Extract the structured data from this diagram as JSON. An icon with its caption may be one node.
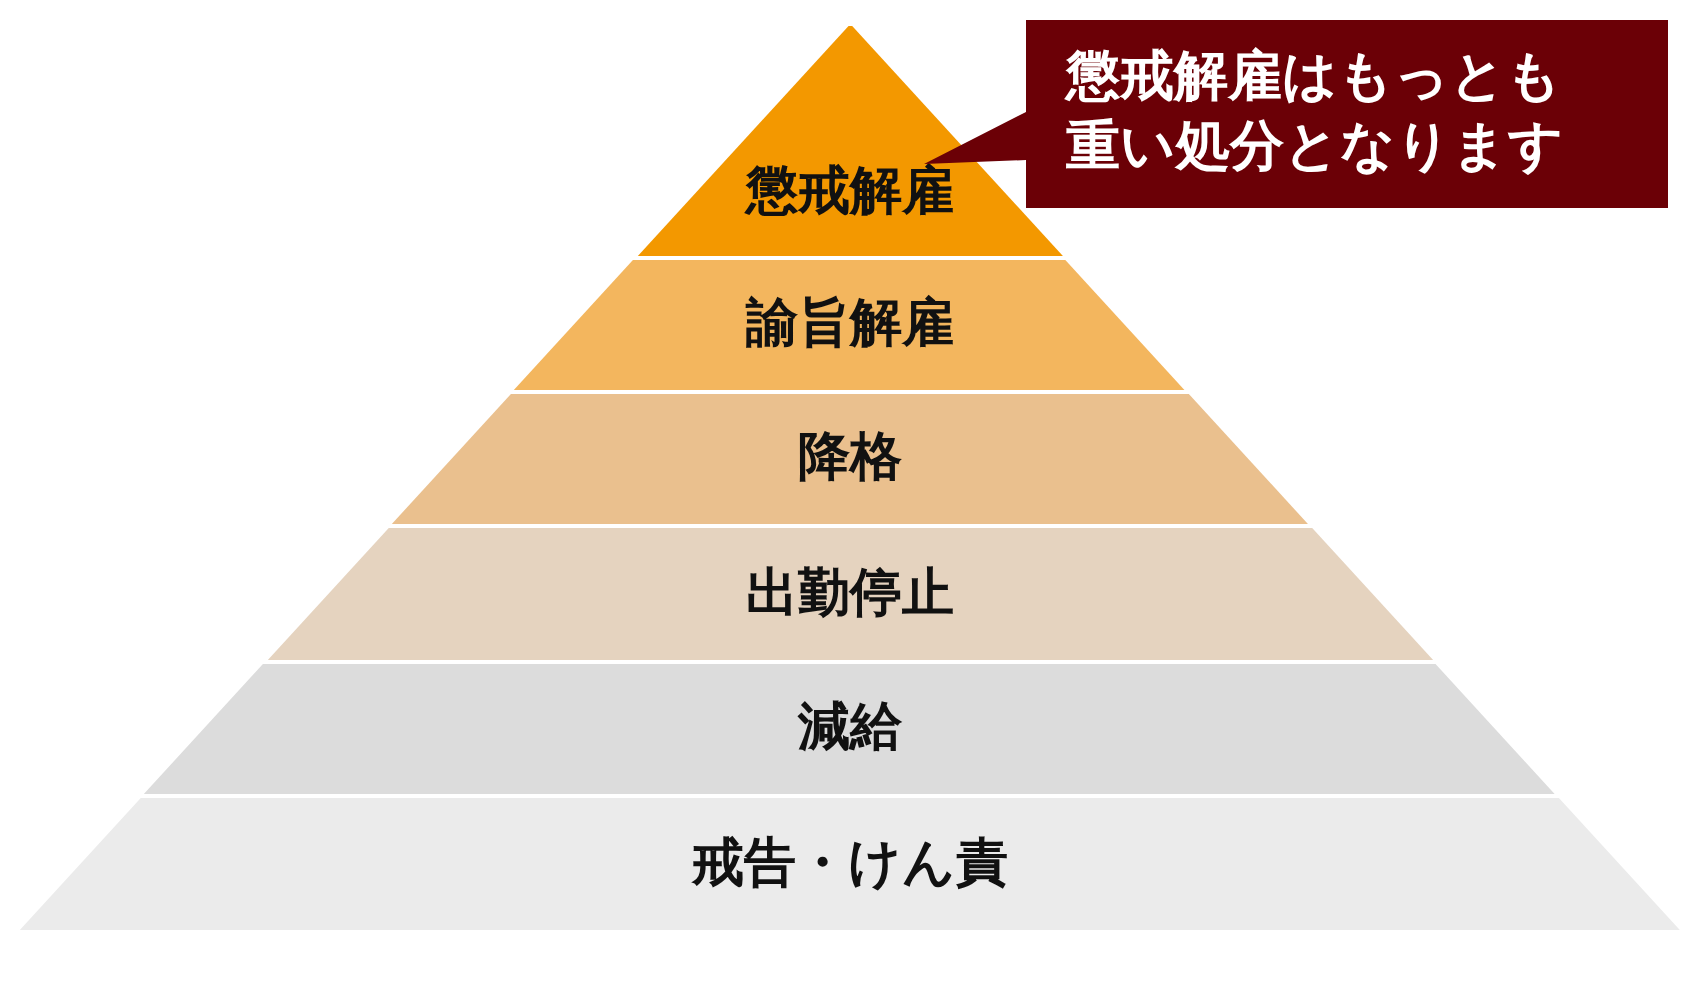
{
  "diagram": {
    "nodes": [
      {
        "text": [
          "懲戒解雇"
        ]
      },
      {
        "text": [
          "諭旨解雇"
        ]
      },
      {
        "text": [
          "降格"
        ]
      },
      {
        "text": [
          "出勤停止"
        ]
      },
      {
        "text": [
          "減給"
        ]
      },
      {
        "text": [
          "戒告・けん責"
        ]
      },
      {
        "text": [
          "懲戒解雇はもっとも重い処分となります"
        ]
      }
    ]
  }
}
